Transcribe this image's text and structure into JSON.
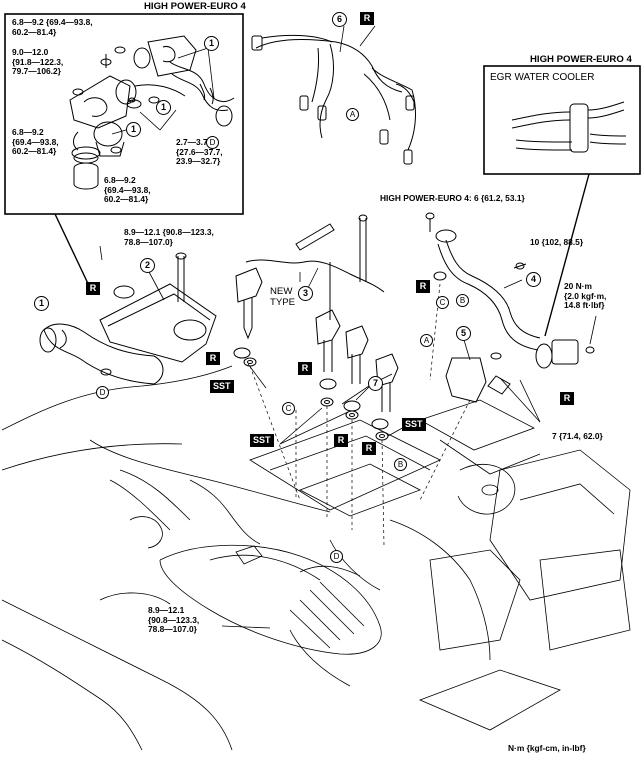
{
  "headers": {
    "hp_euro4_left": "HIGH POWER-EURO 4",
    "hp_euro4_right": "HIGH POWER-EURO 4",
    "egr_water_cooler": "EGR WATER COOLER",
    "hp_euro4_torque": "HIGH POWER-EURO 4: 6 {61.2, 53.1}"
  },
  "torques": {
    "t1": "6.8—9.2 {69.4—93.8,\n60.2—81.4}",
    "t2": "9.0—12.0\n{91.8—122.3,\n79.7—106.2}",
    "t3": "6.8—9.2\n{69.4—93.8,\n60.2—81.4}",
    "t4": "2.7—3.7\n{27.6—37.7,\n23.9—32.7}",
    "t5": "6.8—9.2\n{69.4—93.8,\n60.2—81.4}",
    "t6": "8.9—12.1 {90.8—123.3,\n78.8—107.0}",
    "t7": "10 {102, 88.5}",
    "t8": "20 N·m\n{2.0 kgf·m,\n14.8 ft·lbf}",
    "t9": "7 {71.4, 62.0}",
    "t10": "8.9—12.1\n{90.8—123.3,\n78.8—107.0}"
  },
  "labels": {
    "new_type": "NEW\nTYPE",
    "units": "N·m {kgf-cm, in-lbf}"
  },
  "callouts": {
    "one": "1",
    "two": "2",
    "three": "3",
    "four": "4",
    "five": "5",
    "six": "6",
    "seven": "7"
  },
  "letters": {
    "A": "A",
    "B": "B",
    "C": "C",
    "D": "D"
  },
  "tags": {
    "R": "R",
    "SST": "SST"
  }
}
